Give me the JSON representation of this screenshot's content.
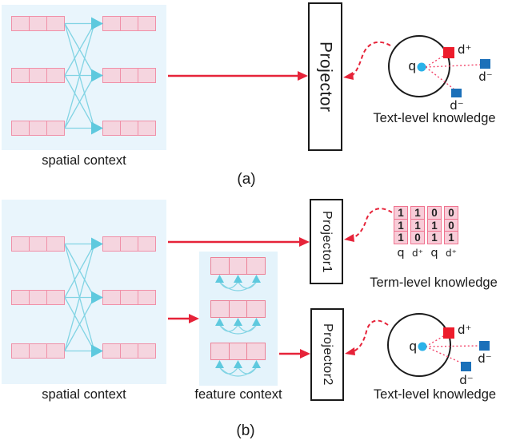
{
  "panel_a": {
    "spatial_label": "spatial context",
    "projector": "Projector",
    "caption": "(a)",
    "knowledge": {
      "title": "Text-level knowledge",
      "q": "q",
      "d_pos": "d⁺",
      "d_neg_right": "d⁻",
      "d_neg_bottom": "d⁻"
    }
  },
  "panel_b": {
    "spatial_label": "spatial context",
    "feature_label": "feature context",
    "projector1": "Projector1",
    "projector2": "Projector2",
    "caption": "(b)",
    "term_knowledge": {
      "title": "Term-level knowledge",
      "columns": [
        {
          "label": "q",
          "values": [
            "1",
            "1",
            "1"
          ]
        },
        {
          "label": "d⁺",
          "values": [
            "1",
            "1",
            "0"
          ]
        },
        {
          "label": "q",
          "values": [
            "0",
            "1",
            "1"
          ]
        },
        {
          "label": "d⁺",
          "values": [
            "0",
            "0",
            "1"
          ]
        }
      ]
    },
    "text_knowledge": {
      "title": "Text-level knowledge",
      "q": "q",
      "d_pos": "d⁺",
      "d_neg_right": "d⁻",
      "d_neg_bottom": "d⁻"
    }
  },
  "colors": {
    "red_accent": "#e62339",
    "cyan_line": "#82d4e4",
    "cyan_arrow": "#5ec9de",
    "pink_fill": "#f5d5df",
    "pink_border": "#f090a8",
    "panel_bg": "#e9f5fc",
    "positive_square": "#ed1c2b",
    "negative_square": "#1b70b9",
    "query_dot": "#2ab2e9"
  }
}
